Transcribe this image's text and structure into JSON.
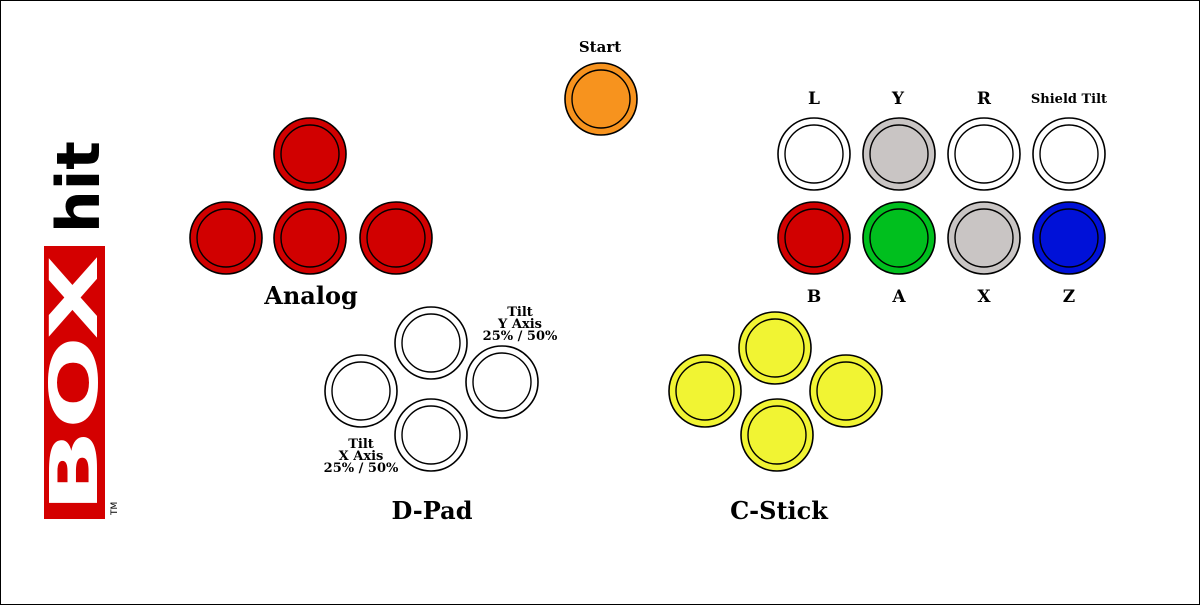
{
  "logo": {
    "text_top": "hit",
    "text_bottom": "BOX",
    "trademark": "TM",
    "brand_color": "#d40000"
  },
  "colors": {
    "red": "#d10000",
    "orange": "#f7931e",
    "white": "#ffffff",
    "gray": "#c9c5c4",
    "green": "#00bf1e",
    "blue": "#0011d8",
    "yellow": "#f1f433"
  },
  "labels": {
    "start": "Start",
    "analog": "Analog",
    "dpad": "D-Pad",
    "cstick": "C-Stick",
    "tilt_y": [
      "Tilt",
      "Y Axis",
      "25% / 50%"
    ],
    "tilt_x": [
      "Tilt",
      "X Axis",
      "25% / 50%"
    ]
  },
  "top_row_labels": [
    "L",
    "Y",
    "R",
    "Shield Tilt"
  ],
  "bottom_row_labels": [
    "B",
    "A",
    "X",
    "Z"
  ],
  "buttons": {
    "start": "orange",
    "analog": [
      "red",
      "red",
      "red",
      "red"
    ],
    "top_row": [
      "white",
      "gray",
      "white",
      "white"
    ],
    "bottom_row": [
      "red",
      "green",
      "gray",
      "blue"
    ],
    "dpad": [
      "white",
      "white",
      "white",
      "white"
    ],
    "cstick": [
      "yellow",
      "yellow",
      "yellow",
      "yellow"
    ]
  }
}
